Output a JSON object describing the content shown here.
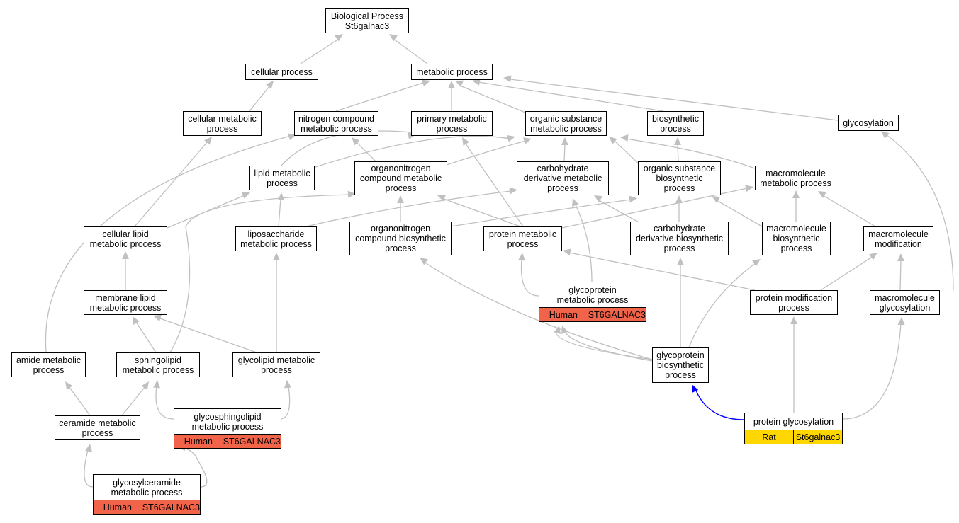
{
  "colors": {
    "edge": "#c0c0c0",
    "highlight_edge": "#0000ff",
    "human": "#f2644a",
    "rat": "#ffd700"
  },
  "nodes": [
    {
      "id": "bp",
      "label": "Biological Process\nSt6galnac3"
    },
    {
      "id": "cp",
      "label": "cellular process"
    },
    {
      "id": "mp",
      "label": "metabolic process"
    },
    {
      "id": "cmp",
      "label": "cellular metabolic\nprocess"
    },
    {
      "id": "ncmp",
      "label": "nitrogen compound\nmetabolic process"
    },
    {
      "id": "pmp",
      "label": "primary metabolic\nprocess"
    },
    {
      "id": "osmp",
      "label": "organic substance\nmetabolic process"
    },
    {
      "id": "biop",
      "label": "biosynthetic\nprocess"
    },
    {
      "id": "glyco",
      "label": "glycosylation"
    },
    {
      "id": "lmp",
      "label": "lipid metabolic\nprocess"
    },
    {
      "id": "oncmp",
      "label": "organonitrogen\ncompound metabolic\nprocess"
    },
    {
      "id": "cdmp",
      "label": "carbohydrate\nderivative metabolic\nprocess"
    },
    {
      "id": "osbp",
      "label": "organic substance\nbiosynthetic\nprocess"
    },
    {
      "id": "macmp",
      "label": "macromolecule\nmetabolic process"
    },
    {
      "id": "clmp",
      "label": "cellular lipid\nmetabolic process"
    },
    {
      "id": "lsmp",
      "label": "liposaccharide\nmetabolic process"
    },
    {
      "id": "oncbp",
      "label": "organonitrogen\ncompound biosynthetic\nprocess"
    },
    {
      "id": "protmp",
      "label": "protein metabolic\nprocess"
    },
    {
      "id": "cdbp",
      "label": "carbohydrate\nderivative biosynthetic\nprocess"
    },
    {
      "id": "macbp",
      "label": "macromolecule\nbiosynthetic\nprocess"
    },
    {
      "id": "macmod",
      "label": "macromolecule\nmodification"
    },
    {
      "id": "mlmp",
      "label": "membrane lipid\nmetabolic process"
    },
    {
      "id": "gpmp",
      "label": "glycoprotein\nmetabolic process",
      "annotations": [
        {
          "text": "Human",
          "color": "#f2644a"
        },
        {
          "text": "ST6GALNAC3",
          "color": "#f2644a"
        }
      ]
    },
    {
      "id": "pmodp",
      "label": "protein modification\nprocess"
    },
    {
      "id": "macglyc",
      "label": "macromolecule\nglycosylation"
    },
    {
      "id": "amp",
      "label": "amide metabolic\nprocess"
    },
    {
      "id": "sphmp",
      "label": "sphingolipid\nmetabolic process"
    },
    {
      "id": "glmp",
      "label": "glycolipid metabolic\nprocess"
    },
    {
      "id": "gpbp",
      "label": "glycoprotein\nbiosynthetic\nprocess"
    },
    {
      "id": "cermp",
      "label": "ceramide metabolic\nprocess"
    },
    {
      "id": "gsmp",
      "label": "glycosphingolipid\nmetabolic process",
      "annotations": [
        {
          "text": "Human",
          "color": "#f2644a"
        },
        {
          "text": "ST6GALNAC3",
          "color": "#f2644a"
        }
      ]
    },
    {
      "id": "pglyc",
      "label": "protein glycosylation",
      "annotations": [
        {
          "text": "Rat",
          "color": "#ffd700"
        },
        {
          "text": "St6galnac3",
          "color": "#ffd700"
        }
      ]
    },
    {
      "id": "gcmp",
      "label": "glycosylceramide\nmetabolic process",
      "annotations": [
        {
          "text": "Human",
          "color": "#f2644a"
        },
        {
          "text": "ST6GALNAC3",
          "color": "#f2644a"
        }
      ]
    }
  ]
}
